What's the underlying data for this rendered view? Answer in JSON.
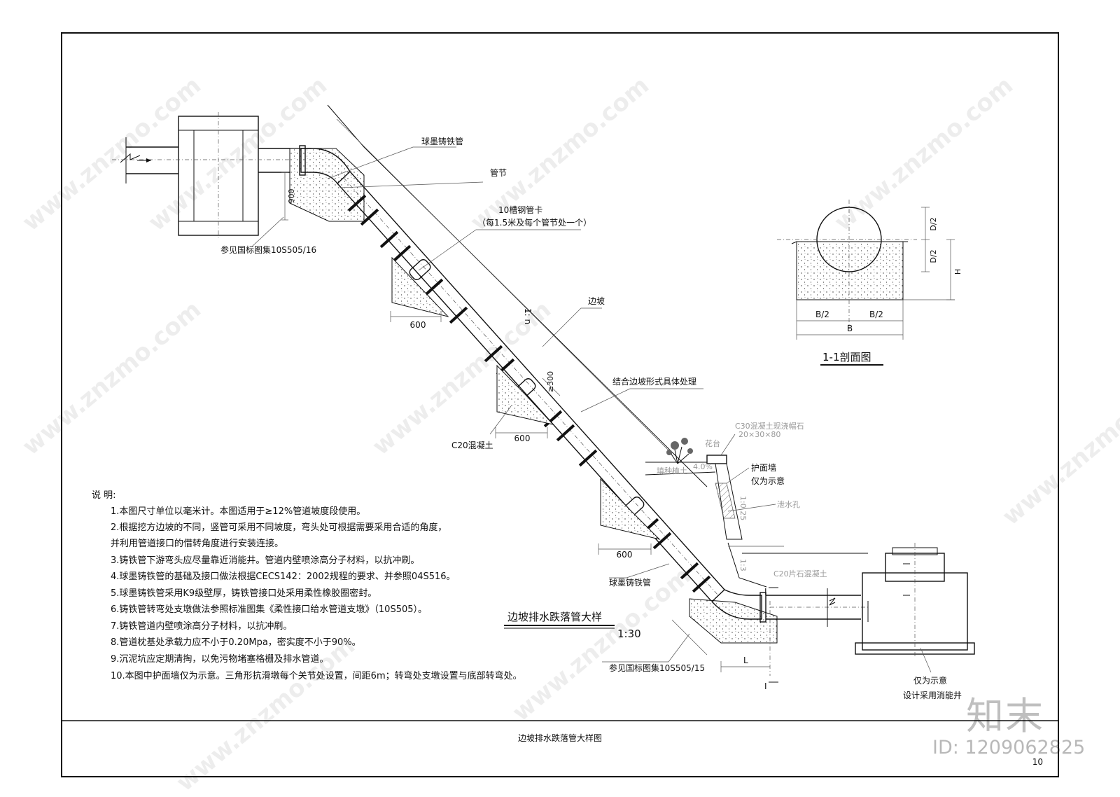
{
  "drawing_title": "边坡排水跌落管大样图",
  "page_number": "10",
  "detail_title": "边坡排水跌落管大样",
  "detail_scale": "1:30",
  "labels": {
    "pipe_top": "球墨铸铁管",
    "pipe_joint": "管节",
    "clamp": "10槽钢管卡",
    "clamp_note": "（每1.5米及每个管节处一个）",
    "slope": "边坡",
    "slope_ratio": "1: n",
    "slope_treatment": "结合边坡形式具体处理",
    "concrete": "C20混凝土",
    "ref_top": "参见国标图集10S505/16",
    "ref_bottom": "参见国标图集10S505/15",
    "pipe_bottom": "球墨铸铁管",
    "dim_600_a": "600",
    "dim_600_b": "600",
    "dim_600_c": "600",
    "dim_900": "900",
    "dim_300": "≥300",
    "dim_L": "L",
    "cap_stone": "C30混凝土现浇帽石",
    "cap_stone_size": "20×30×80",
    "flower_bed": "花台",
    "planting_soil": "填种植土",
    "soil_slope": "4.0%",
    "retaining_wall": "护面墙",
    "retaining_wall_note": "仅为示意",
    "weep_hole": "泄水孔",
    "wall_ratio1": "1:0.25",
    "wall_ratio2": "1:3",
    "rubble": "C20片石混凝土",
    "well_note1": "仅为示意",
    "well_note2": "设计采用消能井",
    "section_mark": "I",
    "section_title": "1-1剖面图",
    "sec_d2_top": "D/2",
    "sec_d2_bottom": "D/2",
    "sec_h": "H",
    "sec_b2_left": "B/2",
    "sec_b2_right": "B/2",
    "sec_b": "B"
  },
  "notes": {
    "heading": "说  明:",
    "items": [
      "1.本图尺寸单位以毫米计。本图适用于≥12%管道坡度段使用。",
      "2.根据挖方边坡的不同，竖管可采用不同坡度，弯头处可根据需要采用合适的角度，",
      "   并利用管道接口的借转角度进行安装连接。",
      "3.铸铁管下游弯头应尽量靠近消能井。管道内壁喷涂高分子材料，以抗冲刷。",
      "4.球墨铸铁管的基础及接口做法根据CECS142：2002规程的要求、并参照04S516。",
      "5.球墨铸铁管采用K9级壁厚，铸铁管接口处采用柔性橡胶圈密封。",
      "6.铸铁管转弯处支墩做法参照标准图集《柔性接口给水管道支墩》（10S505）。",
      "7.铸铁管道内壁喷涂高分子材料，以抗冲刷。",
      "8.管道枕基处承载力应不小于0.20Mpa，密实度不小于90%。",
      "9.沉泥坑应定期清掏，以免污物堵塞格栅及排水管道。",
      "10.本图中护面墙仅为示意。三角形抗滑墩每个关节处设置，间距6m；转弯处支墩设置与底部转弯处。"
    ]
  },
  "watermark": {
    "brand": "知末",
    "id": "ID: 1209062825",
    "site": "www.znzmo.com"
  }
}
